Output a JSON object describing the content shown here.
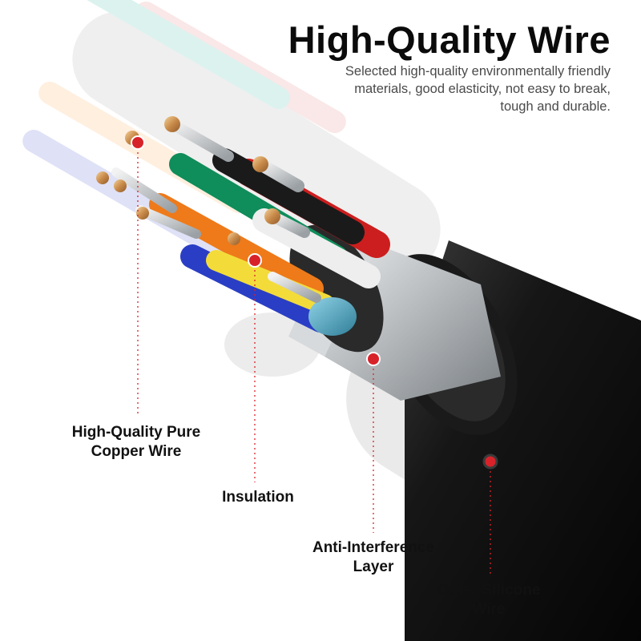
{
  "header": {
    "title": "High-Quality Wire",
    "subtitle": "Selected high-quality environmentally friendly materials, good elasticity, not easy to break, tough and durable."
  },
  "callouts": [
    {
      "id": "copper",
      "label": "High-Quality Pure Copper Wire"
    },
    {
      "id": "insulation",
      "label": "Insulation"
    },
    {
      "id": "anti-interference",
      "label": "Anti-Interference Layer"
    },
    {
      "id": "outer",
      "label": "Outer Silicone Wire"
    }
  ],
  "colors": {
    "marker": "#d8222a",
    "jacket": "#101010",
    "shield": "#b8bcbf",
    "red_core": "#d52222",
    "white_core": "#f0f0f0",
    "black_core": "#1a1a1a",
    "green_core": "#0f8d5a",
    "orange_core": "#ee7a1a",
    "yellow_core": "#f3dc3a",
    "blue_core": "#2a3ec5",
    "copper": "#d9a86a"
  }
}
